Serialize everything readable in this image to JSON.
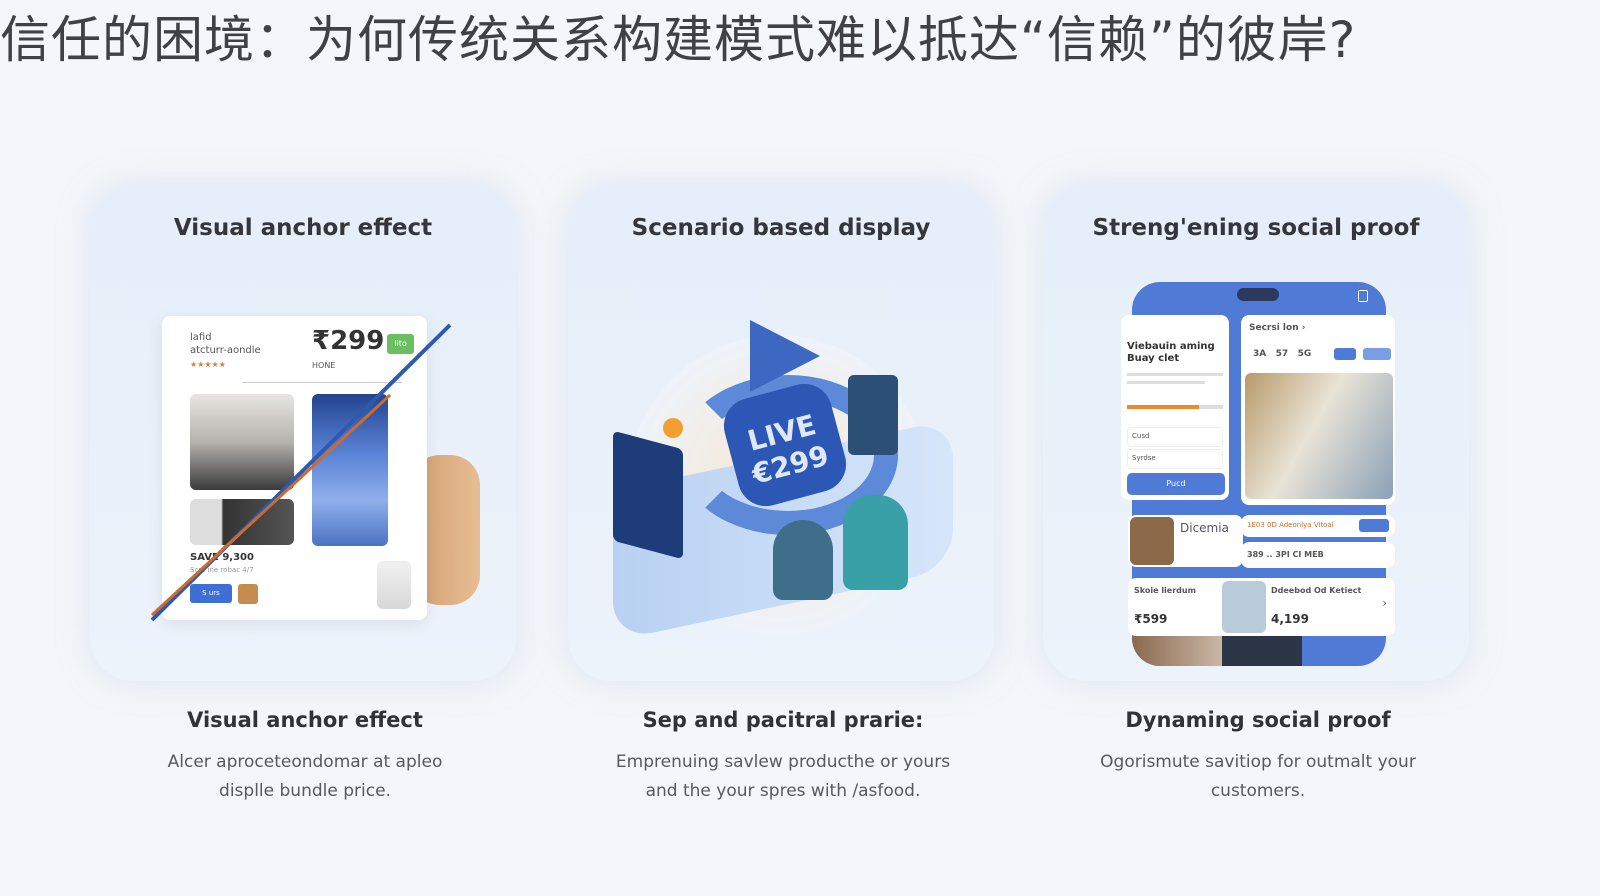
{
  "title": "信任的困境：为何传统关系构建模式难以抵达“信赖”的彼岸?",
  "cards": [
    {
      "title": "Visual anchor effect",
      "heading": "Visual anchor effect",
      "desc_line1": "Alcer aproceteondomar at apleo",
      "desc_line2": "displle bundle price.",
      "mock": {
        "product_line1": "lafid",
        "product_line2": "atcturr-aondle",
        "price": "₹299",
        "badge": "lito",
        "sub": "HONE",
        "save": "SAVE 9,300",
        "save_sub": "Scre ine robac 4/7",
        "btn": "S urs"
      }
    },
    {
      "title": "Scenario based display",
      "heading": "Sep and pacitral prarie:",
      "desc_line1": "Emprenuing savlew producthe or yours",
      "desc_line2": "and the your spres with /asfood.",
      "mock": {
        "live_label": "LIVE",
        "live_price": "€299"
      }
    },
    {
      "title": "Streng'ening social proof",
      "heading": "Dynaming social proof",
      "desc_line1": "Ogorismute savitiop for outmalt your",
      "desc_line2": "customers.",
      "mock": {
        "left_title": "Viebauin aming Buay clet",
        "field1": "Cusd",
        "field2": "Syrdse",
        "button": "Pucd",
        "right_title": "Secrsi lon ›",
        "stats": [
          "3A",
          "57",
          "5G"
        ],
        "row1_name": "Dicemia",
        "row2_text": "1E03 0D Adeonlya Vitoal",
        "row3_text": "389 .. 3PI CI MEB",
        "item1_title": "Skoie lierdum",
        "item1_price": "₹599",
        "item2_title": "Ddeebod Od Ketiect",
        "item2_price": "4,199"
      },
      "accent": "#4f7ad6"
    }
  ]
}
